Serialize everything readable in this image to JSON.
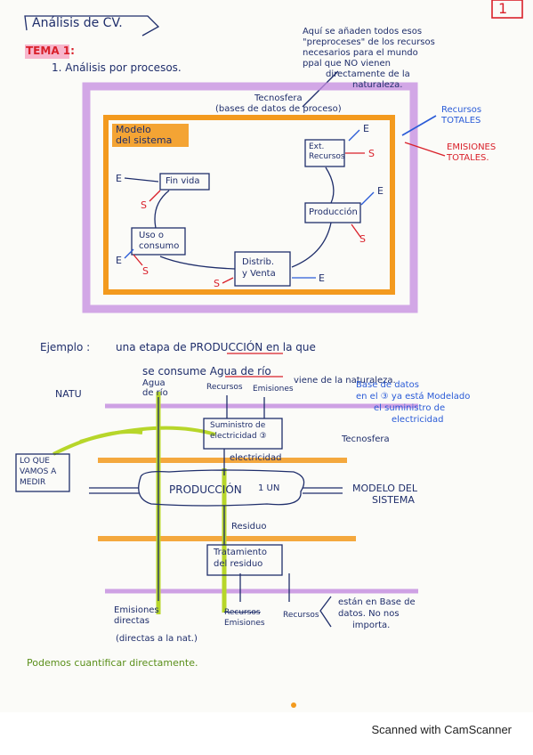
{
  "page_number": "1",
  "title": "Análisis de CV.",
  "tema": "TEMA 1:",
  "section": "1. Análisis por procesos.",
  "note_top": [
    "Aquí se añaden todos esos",
    "\"preproceses\" de los recursos",
    "necesarios para el mundo",
    "ppal que NO vienen",
    "directamente de la",
    "naturaleza."
  ],
  "tecnosfera": [
    "Tecnosfera",
    "(bases de datos de proceso)"
  ],
  "recursos_totales": [
    "Recursos",
    "TOTALES"
  ],
  "emisiones_totales": [
    "EMISIONES",
    "TOTALES."
  ],
  "modelo": [
    "Modelo",
    "del sistema"
  ],
  "boxes": {
    "ext_recursos": [
      "Ext.",
      "Recursos"
    ],
    "fin_vida": "Fin vida",
    "produccion": "Producción",
    "uso": [
      "Uso o",
      "consumo"
    ],
    "distrib": [
      "Distrib.",
      "y Venta"
    ]
  },
  "e": "E",
  "s": "S",
  "ejemplo": "Ejemplo :",
  "ejemplo_text": [
    "una etapa de PRODUCCIÓN en la que",
    "se consume Agua de río"
  ],
  "viene_naturaleza": "viene de la naturaleza.",
  "natu": "NATU",
  "agua_de_rio": [
    "Agua",
    "de río"
  ],
  "recursos_top": "Recursos",
  "emisiones_top": "Emisiones",
  "base_datos_note": [
    "Base de datos",
    "en el ③ ya está Modelado",
    "el suministro de",
    "electricidad"
  ],
  "suministro": [
    "Suministro de",
    "electricidad ③"
  ],
  "tecnosfera2": "Tecnosfera",
  "lo_que_vamos": [
    "LO QUE",
    "VAMOS A",
    "MEDIR"
  ],
  "electricidad": "electricidad",
  "produccion_big": "PRODUCCIÓN",
  "un": "1 UN",
  "modelo_del_sistema": [
    "MODELO DEL",
    "SISTEMA"
  ],
  "residuo": "Residuo",
  "tratamiento": [
    "Tratamiento",
    "del residuo"
  ],
  "emisiones_directas": [
    "Emisiones",
    "directas"
  ],
  "directas_nat": "(directas a la nat.)",
  "emisiones_bottom": [
    "Recursos",
    "Emisiones"
  ],
  "recursos_bottom": "Recursos",
  "base_note_bottom": [
    "están en Base de",
    "datos. No nos",
    "importa."
  ],
  "cuantificar": "Podemos cuantificar directamente.",
  "scanned": "Scanned with CamScanner",
  "colors": {
    "ink": "#1f2e6b",
    "orange": "#f39a1e",
    "purple": "#c48be0",
    "green": "#b7d62a",
    "red": "#d9202a",
    "blue": "#2a5bd7"
  }
}
